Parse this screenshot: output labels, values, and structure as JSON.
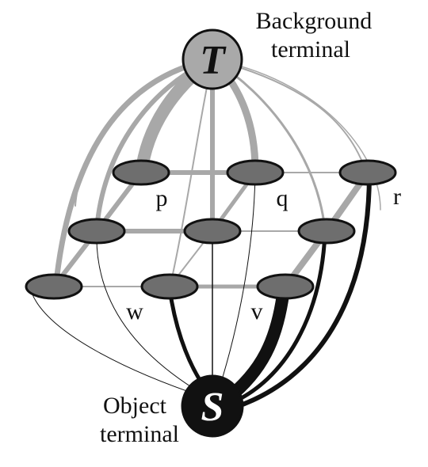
{
  "terminals": {
    "background": {
      "letter": "T",
      "label_line1": "Background",
      "label_line2": "terminal"
    },
    "object": {
      "letter": "S",
      "label_line1": "Object",
      "label_line2": "terminal"
    }
  },
  "node_labels": {
    "p": "p",
    "q": "q",
    "r": "r",
    "w": "w",
    "v": "v"
  },
  "colors": {
    "node_fill": "#6e6e6e",
    "background_terminal_fill": "#a9a9a9",
    "object_terminal_fill": "#111111",
    "background_links": "#a8a8a8",
    "object_links": "#111111",
    "neighbor_links": "#a8a8a8"
  }
}
